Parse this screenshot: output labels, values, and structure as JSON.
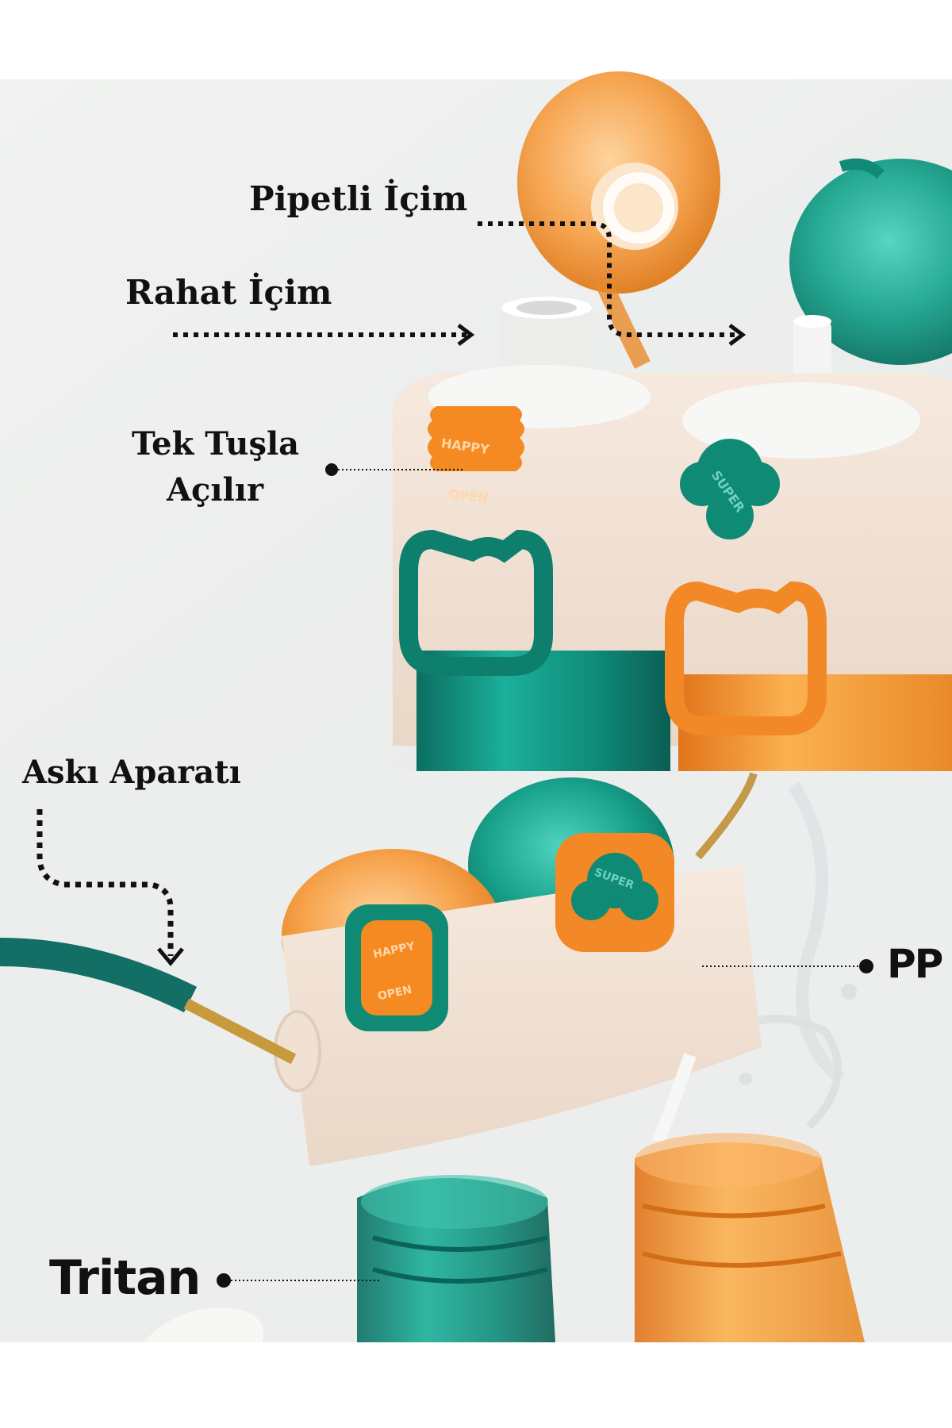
{
  "labels": {
    "straw_drinking": "Pipetli İçim",
    "comfortable_drinking": "Rahat İçim",
    "one_button_open_line1": "Tek Tuşla",
    "one_button_open_line2": "Açılır",
    "strap_attachment": "Askı Aparatı",
    "material_pp": "PP",
    "material_tritan": "Tritan"
  },
  "lid_badges": {
    "happy": "HAPPY",
    "open": "OPEN",
    "super": "SUPER"
  },
  "colors": {
    "orange": "#f08a24",
    "teal": "#128a78",
    "cream": "#f3e3d6",
    "background": "#eef0ef"
  }
}
